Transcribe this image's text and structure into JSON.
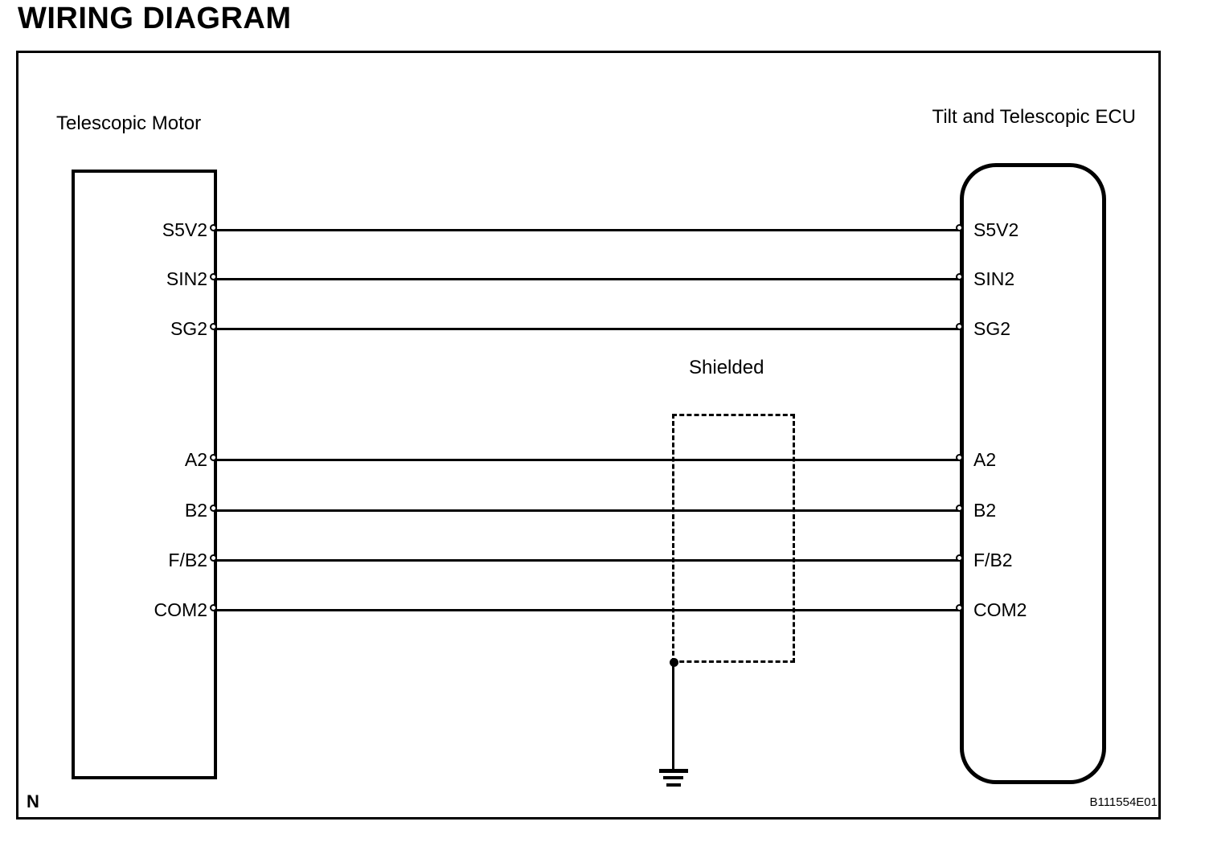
{
  "title": "WIRING DIAGRAM",
  "diagram": {
    "left_component": "Telescopic Motor",
    "right_component": "Tilt and Telescopic ECU",
    "shield_label": "Shielded",
    "note": "N",
    "figure_code": "B111554E01",
    "colors": {
      "line": "#000000",
      "background": "#ffffff"
    },
    "wires": [
      {
        "label": "S5V2"
      },
      {
        "label": "SIN2"
      },
      {
        "label": "SG2"
      },
      {
        "label": "A2"
      },
      {
        "label": "B2"
      },
      {
        "label": "F/B2"
      },
      {
        "label": "COM2"
      }
    ]
  }
}
